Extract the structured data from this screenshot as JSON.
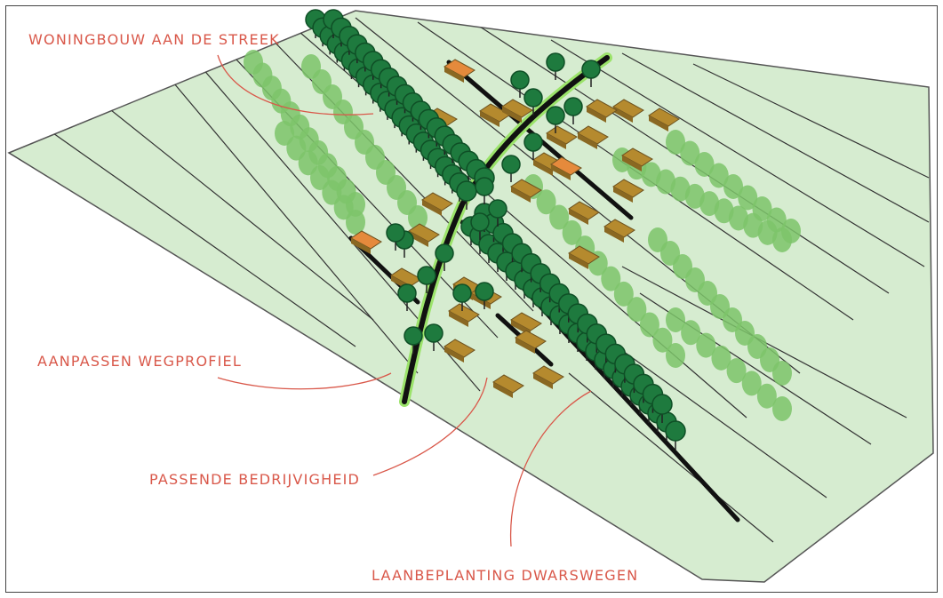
{
  "labels": {
    "housing": "WONINGBOUW AAN DE STREEK",
    "road_profile": "AANPASSEN WEGPROFIEL",
    "business": "PASSENDE BEDRIJVIGHEID",
    "lane_planting": "LAANBEPLANTING DWARSWEGEN"
  },
  "colors": {
    "plane": "#d6ecd0",
    "outline": "#444444",
    "tree_dark": "#1e7a3e",
    "tree_light": "#5aa850",
    "road": "#111111",
    "road_glow": "#9be36a",
    "building": "#b58a2e",
    "housing": "#e58a3c",
    "label": "#d9584a"
  }
}
